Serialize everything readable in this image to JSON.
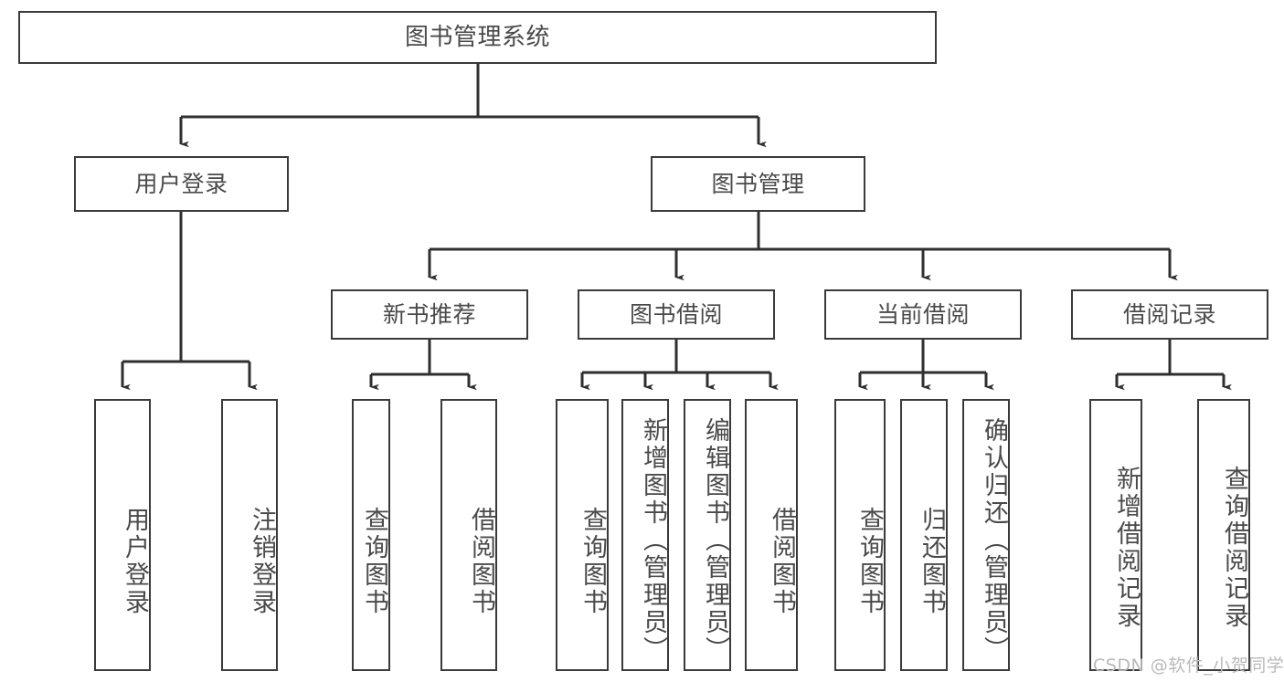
{
  "diagram": {
    "title": "图书管理系统",
    "type": "functional-structure-tree",
    "watermark": "CSDN @软件_小贺同学",
    "colors": {
      "box_border": "#3a3a3a",
      "box_fill": "#ffffff",
      "text": "#4a4a4a",
      "edge": "#2f2f2f",
      "watermark": "#b9b9b9",
      "background": "#ffffff"
    },
    "levels": {
      "root": {
        "label": "图书管理系统"
      },
      "level2": [
        {
          "id": "user-login",
          "label": "用户登录"
        },
        {
          "id": "book-management",
          "label": "图书管理"
        }
      ],
      "level3": [
        {
          "id": "new-book-recommend",
          "label": "新书推荐",
          "parent": "book-management"
        },
        {
          "id": "book-borrow",
          "label": "图书借阅",
          "parent": "book-management"
        },
        {
          "id": "current-borrow",
          "label": "当前借阅",
          "parent": "book-management"
        },
        {
          "id": "borrow-record",
          "label": "借阅记录",
          "parent": "book-management"
        }
      ],
      "leaves": [
        {
          "id": "leaf-user-login",
          "label": "用户登录",
          "parent": "user-login"
        },
        {
          "id": "leaf-user-logout",
          "label": "注销登录",
          "parent": "user-login"
        },
        {
          "id": "leaf-query-book-1",
          "label": "查询图书",
          "parent": "new-book-recommend"
        },
        {
          "id": "leaf-borrow-book-1",
          "label": "借阅图书",
          "parent": "new-book-recommend"
        },
        {
          "id": "leaf-query-book-2",
          "label": "查询图书",
          "parent": "book-borrow"
        },
        {
          "id": "leaf-add-book",
          "label": "新增图书（管理员）",
          "parent": "book-borrow"
        },
        {
          "id": "leaf-edit-book",
          "label": "编辑图书（管理员）",
          "parent": "book-borrow"
        },
        {
          "id": "leaf-borrow-book-2",
          "label": "借阅图书",
          "parent": "book-borrow"
        },
        {
          "id": "leaf-query-book-3",
          "label": "查询图书",
          "parent": "current-borrow"
        },
        {
          "id": "leaf-return-book",
          "label": "归还图书",
          "parent": "current-borrow"
        },
        {
          "id": "leaf-confirm-return",
          "label": "确认归还（管理员）",
          "parent": "current-borrow"
        },
        {
          "id": "leaf-add-record",
          "label": "新增借阅记录",
          "parent": "borrow-record"
        },
        {
          "id": "leaf-query-record",
          "label": "查询借阅记录",
          "parent": "borrow-record"
        }
      ]
    }
  }
}
